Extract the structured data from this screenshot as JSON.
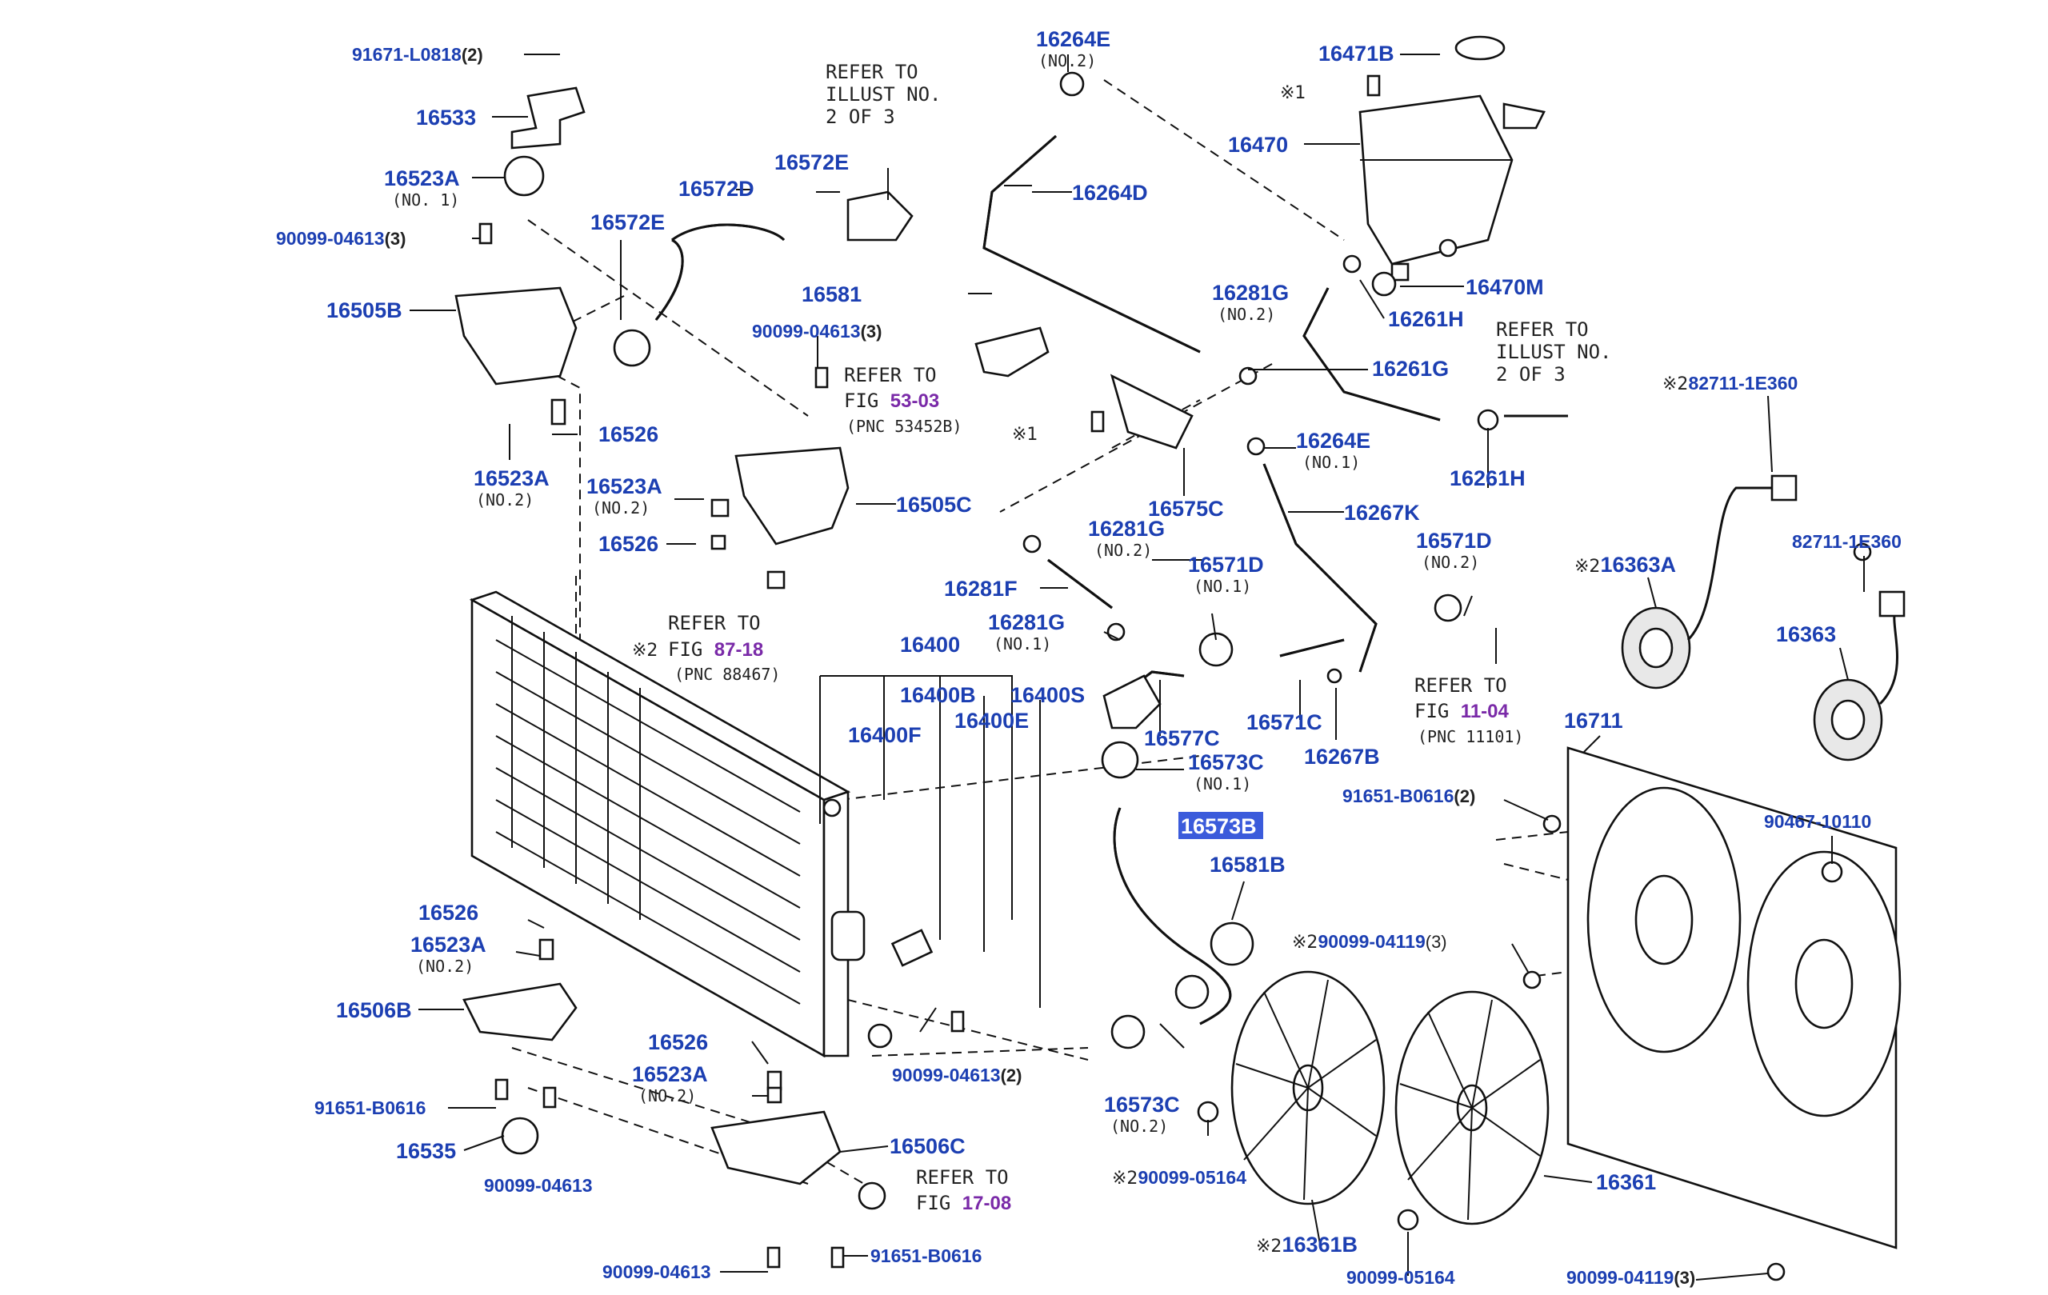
{
  "diagram": {
    "highlight_part": "16573B",
    "labels": [
      {
        "id": "91671-L0818",
        "qty": "(2)"
      },
      {
        "id": "16533"
      },
      {
        "id": "16523A",
        "sub": "(NO. 1)"
      },
      {
        "id": "90099-04613",
        "qty": "(3)"
      },
      {
        "id": "16505B"
      },
      {
        "id": "16526"
      },
      {
        "id": "16523A",
        "sub": "(NO.2)"
      },
      {
        "id": "16523A",
        "sub": "(NO.2)"
      },
      {
        "id": "16526"
      },
      {
        "id": "16572E"
      },
      {
        "id": "16572D"
      },
      {
        "id": "16572E"
      },
      {
        "id": "16581"
      },
      {
        "id": "90099-04613",
        "qty": "(3)"
      },
      {
        "id": "16505C"
      },
      {
        "id": "16264E",
        "sub": "(NO.2)"
      },
      {
        "id": "16264D"
      },
      {
        "id": "16471B"
      },
      {
        "id": "16470"
      },
      {
        "id": "16470M"
      },
      {
        "id": "16261H"
      },
      {
        "id": "16261G"
      },
      {
        "id": "16261H"
      },
      {
        "id": "16281G",
        "sub": "(NO.2)"
      },
      {
        "id": "16264E",
        "sub": "(NO.1)"
      },
      {
        "id": "16575C"
      },
      {
        "id": "16267K"
      },
      {
        "id": "16281G",
        "sub": "(NO.2)"
      },
      {
        "id": "16281F"
      },
      {
        "id": "16281G",
        "sub": "(NO.1)"
      },
      {
        "id": "16571D",
        "sub": "(NO.1)"
      },
      {
        "id": "16571D",
        "sub": "(NO.2)"
      },
      {
        "id": "16577C"
      },
      {
        "id": "16571C"
      },
      {
        "id": "16267B"
      },
      {
        "id": "16573C",
        "sub": "(NO.1)"
      },
      {
        "id": "16573B"
      },
      {
        "id": "16581B"
      },
      {
        "id": "16400"
      },
      {
        "id": "16400B"
      },
      {
        "id": "16400S"
      },
      {
        "id": "16400E"
      },
      {
        "id": "16400F"
      },
      {
        "id": "16526"
      },
      {
        "id": "16523A",
        "sub": "(NO.2)"
      },
      {
        "id": "16506B"
      },
      {
        "id": "91651-B0616"
      },
      {
        "id": "16535"
      },
      {
        "id": "90099-04613"
      },
      {
        "id": "16526"
      },
      {
        "id": "16523A",
        "sub": "(NO.2)"
      },
      {
        "id": "16506C"
      },
      {
        "id": "90099-04613",
        "qty": "(2)"
      },
      {
        "id": "90099-04613"
      },
      {
        "id": "91651-B0616"
      },
      {
        "id": "16573C",
        "sub": "(NO.2)"
      },
      {
        "id": "90099-05164",
        "mark": "※2"
      },
      {
        "id": "16361B",
        "mark": "※2"
      },
      {
        "id": "90099-05164"
      },
      {
        "id": "16361"
      },
      {
        "id": "90099-04119",
        "qty": "(3)",
        "mark": "※2"
      },
      {
        "id": "90099-04119",
        "qty": "(3)"
      },
      {
        "id": "16711"
      },
      {
        "id": "91651-B0616",
        "qty": "(2)"
      },
      {
        "id": "90467-10110"
      },
      {
        "id": "16363A",
        "mark": "※2"
      },
      {
        "id": "82711-1E360",
        "mark": "※2"
      },
      {
        "id": "82711-1E360"
      },
      {
        "id": "16363"
      }
    ],
    "marks": [
      "※1",
      "※1",
      "※2"
    ],
    "refs": [
      {
        "lines": [
          "REFER TO",
          "ILLUST NO.",
          "2 OF 3"
        ]
      },
      {
        "lines": [
          "REFER TO",
          "ILLUST NO.",
          "2 OF 3"
        ]
      },
      {
        "line1": "REFER TO",
        "fig_prefix": "FIG ",
        "fig": "53-03",
        "pnc": "(PNC 53452B)"
      },
      {
        "line1": "REFER TO",
        "fig_prefix": "FIG ",
        "fig": "87-18",
        "pnc": "(PNC 88467)"
      },
      {
        "line1": "REFER TO",
        "fig_prefix": "FIG ",
        "fig": "11-04",
        "pnc": "(PNC 11101)"
      },
      {
        "line1": "REFER TO",
        "fig_prefix": "FIG ",
        "fig": "17-08"
      }
    ]
  }
}
